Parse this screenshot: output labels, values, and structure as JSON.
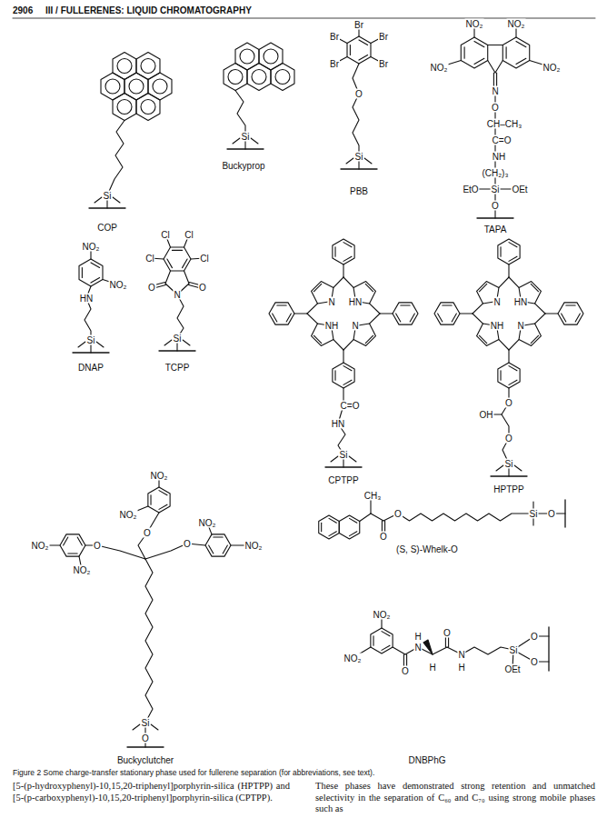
{
  "diagram": {
    "caption": "Figure 2 Some charge-transfer stationary phase used for fullerene separation (for abbreviations, see text).",
    "labels": [
      "2906",
      "III / FULLERENES: LIQUID CHROMATOGRAPHY",
      "Si",
      "COP",
      "Si",
      "Buckyprop",
      "Br",
      "Br",
      "Br",
      "Br",
      "Br",
      "O",
      "Si",
      "PBB",
      "NO₂",
      "NO₂",
      "NO₂",
      "NO₂",
      "N",
      "O",
      "CH–CH₃",
      "C=O",
      "NH",
      "(CH₂)₃",
      "EtO",
      "Si",
      "OEt",
      "O",
      "TAPA",
      "NO₂",
      "NO₂",
      "HN",
      "Si",
      "DNAP",
      "Cl",
      "Cl",
      "Cl",
      "Cl",
      "O",
      "O",
      "N",
      "Si",
      "TCPP",
      "N",
      "HN",
      "NH",
      "N",
      "C=O",
      "HN",
      "Si",
      "CPTPP",
      "N",
      "HN",
      "NH",
      "N",
      "O",
      "OH",
      "O",
      "Si",
      "HPTPP",
      "NO₂",
      "NO₂",
      "O",
      "NO₂",
      "NO₂",
      "O",
      "O",
      "NO₂",
      "NO₂",
      "Si",
      "O",
      "Buckyclutcher",
      "CH₃",
      "O",
      "O",
      "Si",
      "O",
      "(S, S)-Whelk-O",
      "NO₂",
      "NO₂",
      "O",
      "H",
      "N",
      "H",
      "O",
      "N",
      "H",
      "Si",
      "O",
      "O",
      "OEt",
      "DNBPhG",
      "[5-(p-hydroxyphenyl)-10,15,20-triphenyl]porphyrin-silica (HPTPP) and [5-(p-carboxyphenyl)-10,15,20-triphenyl]porphyrin-silica (CPTPP).",
      "These phases have demonstrated strong retention and unmatched selectivity in the separation of C₆₀ and C₇₀ using strong mobile phases such as"
    ]
  }
}
